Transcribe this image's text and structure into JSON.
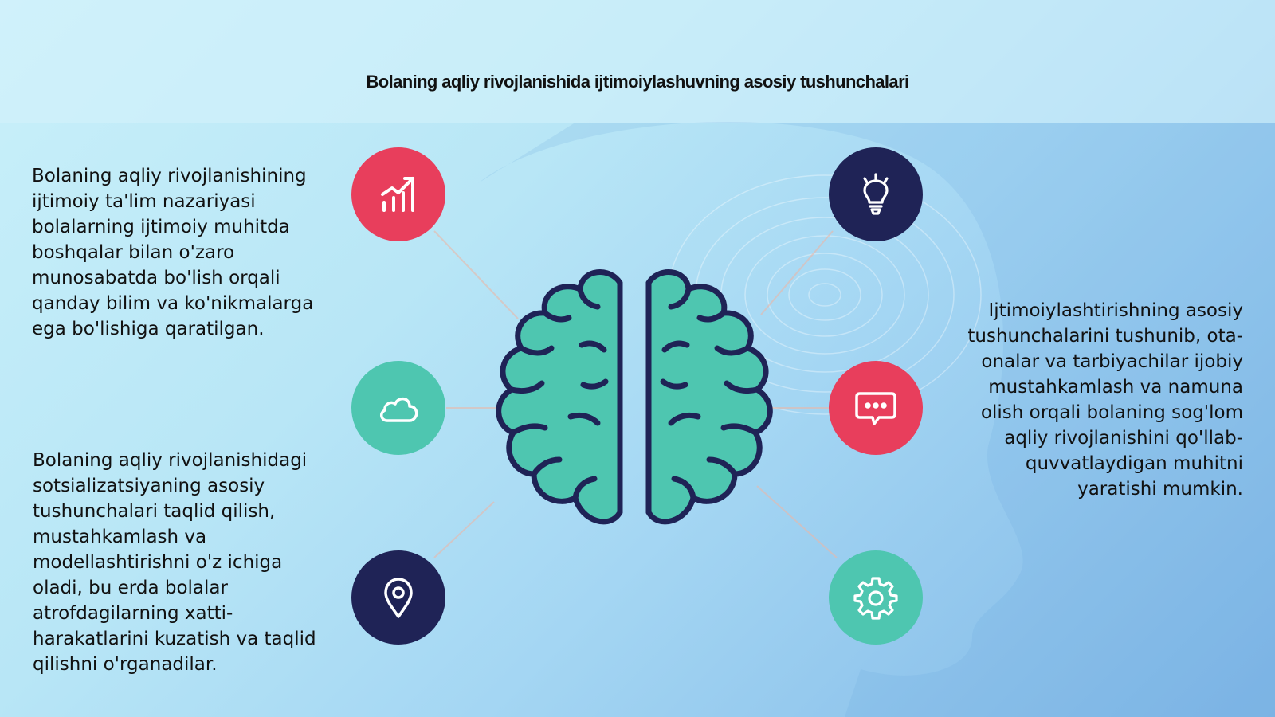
{
  "title": "Bolaning aqliy rivojlanishida ijtimoiylashuvning asosiy tushunchalari",
  "blocks": {
    "left_top": "Bolaning aqliy rivojlanishining\nijtimoiy ta'lim nazariyasi\nbolalarning ijtimoiy muhitda\nboshqalar bilan o'zaro\nmunosabatda bo'lish orqali\nqanday bilim va ko'nikmalarga\nega bo'lishiga qaratilgan.",
    "left_bottom": "Bolaning aqliy rivojlanishidagi\nsotsializatsiyaning asosiy\ntushunchalari taqlid qilish,\nmustahkamlash va\nmodellashtirishni o'z ichiga\noladi, bu erda bolalar\natrofdagilarning xatti-\nharakatlarini kuzatish va taqlid\nqilishni o'rganadilar.",
    "right": "Ijtimoiylashtirishning asosiy\ntushunchalarini tushunib, ota-\nonalar va tarbiyachilar ijobiy\nmustahkamlash va namuna\nolish orqali bolaning sog'lom\naqliy rivojlanishini qo'llab-\nquvvatlaydigan muhitni\nyaratishi mumkin."
  },
  "icons": {
    "left": [
      "chart-growth-icon",
      "cloud-icon",
      "location-pin-icon"
    ],
    "right": [
      "lightbulb-icon",
      "chat-bubble-icon",
      "gear-icon"
    ],
    "center": "brain-icon"
  },
  "colors": {
    "red": "#e83e5c",
    "teal": "#4ec6b0",
    "navy": "#1f2356",
    "brain_fill": "#4ec6b0",
    "brain_stroke": "#1f2356"
  }
}
